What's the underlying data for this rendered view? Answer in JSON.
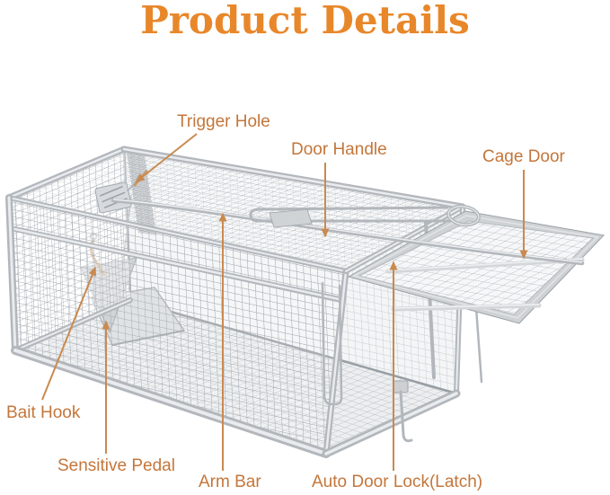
{
  "title": {
    "text": "Product Details"
  },
  "labels": {
    "trigger_hole": "Trigger Hole",
    "door_handle": "Door Handle",
    "cage_door": "Cage Door",
    "bait_hook": "Bait Hook",
    "sensitive_pedal": "Sensitive Pedal",
    "arm_bar": "Arm Bar",
    "auto_door_lock": "Auto Door Lock(Latch)"
  },
  "illustration": {
    "subject": "humane wire-mesh rodent cage trap with open door, shown in perspective on white background"
  },
  "colors": {
    "title": "#E8872A",
    "label": "#C4763A",
    "leader": "#C98A50",
    "metal_mid": "#b2b7bc",
    "metal_light": "#e9ebee",
    "metal_dark": "#969da3",
    "mesh": "#a4aab0",
    "steel": "#ced2d5",
    "bait": "#c59a66",
    "background": "#ffffff"
  }
}
